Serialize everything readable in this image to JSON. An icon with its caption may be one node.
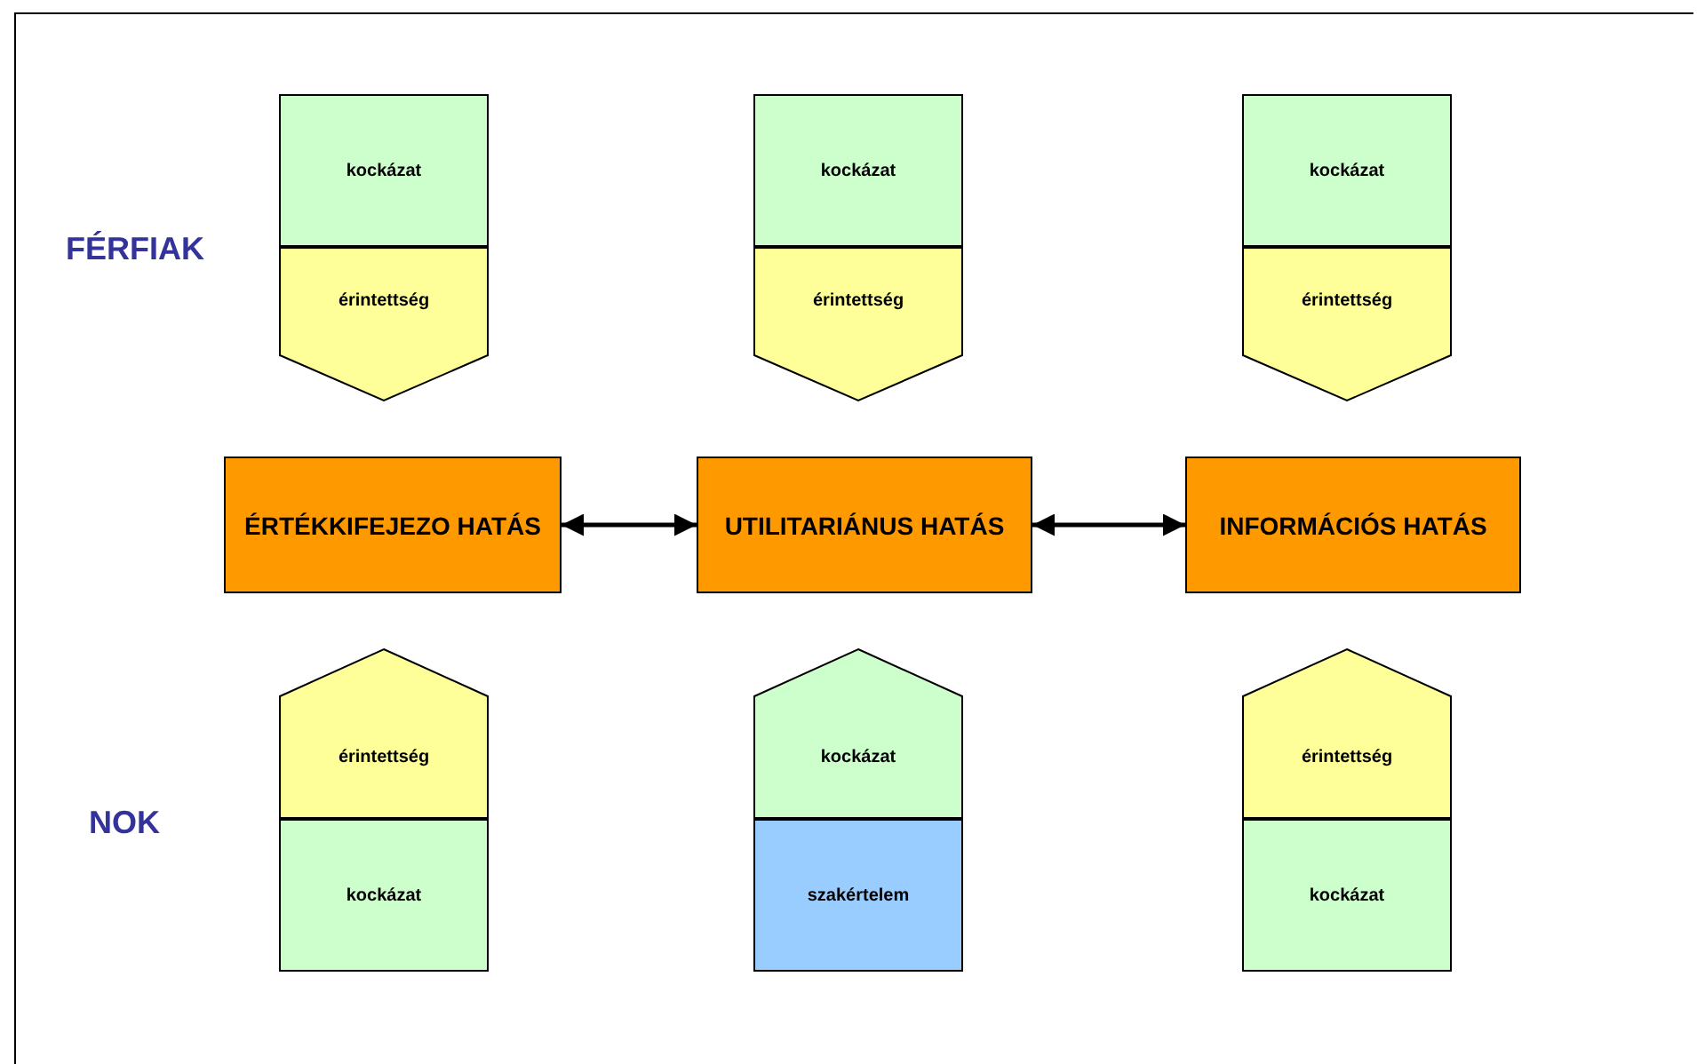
{
  "diagram": {
    "nodes": [
      {
        "text": [
          "kockázat"
        ]
      },
      {
        "text": [
          "érintettség"
        ]
      },
      {
        "text": [
          "kockázat"
        ]
      },
      {
        "text": [
          "érintettség"
        ]
      },
      {
        "text": [
          "kockázat"
        ]
      },
      {
        "text": [
          "érintettség"
        ]
      },
      {
        "text": [
          "ÉRTÉKKIFEJEZO HATÁS"
        ]
      },
      {
        "text": [
          "UTILITARIÁNUS HATÁS"
        ]
      },
      {
        "text": [
          "INFORMÁCIÓS HATÁS"
        ]
      },
      {
        "text": [
          "érintettség"
        ]
      },
      {
        "text": [
          "kockázat"
        ]
      },
      {
        "text": [
          "kockázat"
        ]
      },
      {
        "text": [
          "szakértelem"
        ]
      },
      {
        "text": [
          "érintettség"
        ]
      },
      {
        "text": [
          "kockázat"
        ]
      }
    ],
    "edges": [
      {
        "from": 6,
        "to": 7,
        "arrow": "both"
      },
      {
        "from": 7,
        "to": 8,
        "arrow": "both"
      }
    ],
    "labels": [
      "FÉRFIAK",
      "NOK"
    ]
  }
}
